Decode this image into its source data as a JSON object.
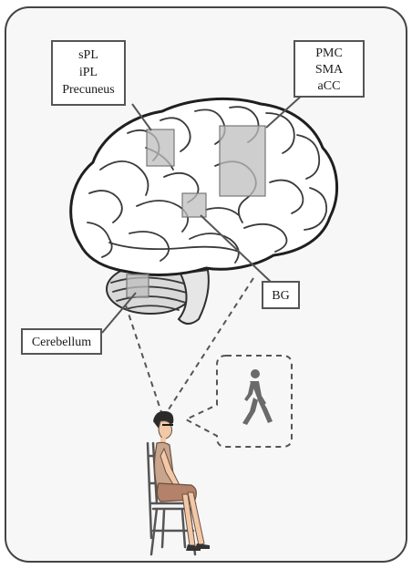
{
  "labels": {
    "parietal": [
      "sPL",
      "iPL",
      "Precuneus"
    ],
    "motor": [
      "PMC",
      "SMA",
      "aCC"
    ],
    "basal_ganglia": "BG",
    "cerebellum": "Cerebellum"
  },
  "icons": {
    "brain": "brain-icon",
    "walking_person": "walking-person-icon",
    "seated_person": "seated-person-icon",
    "chair": "chair-icon"
  },
  "colors": {
    "highlight_region": "#bdbdbd",
    "outline": "#555555",
    "skin": "#f2c9a8",
    "dress": "#c9a58d",
    "hair": "#2b2b2b"
  }
}
